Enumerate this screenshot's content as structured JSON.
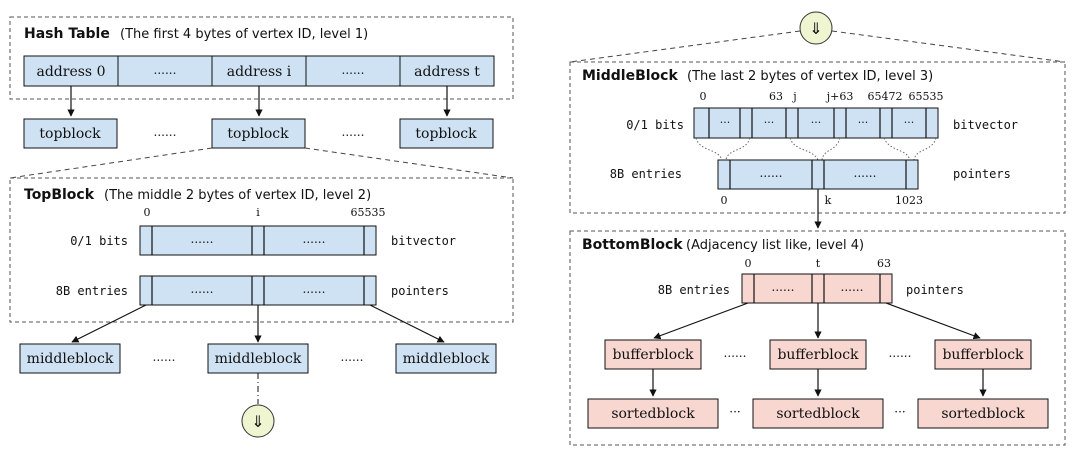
{
  "colors": {
    "blue_fill": "#cfe2f3",
    "pink_fill": "#f8d7d1",
    "continue_fill": "#eef5d0"
  },
  "continue_icon": "⇓",
  "ellipsis": "......",
  "ellipsis_short": "···",
  "hash_table": {
    "title": "Hash Table",
    "subtitle": "(The first 4 bytes of vertex ID, level 1)",
    "cells": [
      "address 0",
      "......",
      "address i",
      "......",
      "address t"
    ]
  },
  "topblock_row": [
    "topblock",
    "topblock",
    "topblock"
  ],
  "top_block": {
    "title": "TopBlock",
    "subtitle": "(The middle 2 bytes of vertex ID, level 2)",
    "bit_labels": [
      "0",
      "i",
      "65535"
    ],
    "bits_label": "0/1 bits",
    "entries_label": "8B entries",
    "bitvector_label": "bitvector",
    "pointers_label": "pointers"
  },
  "middleblock_row": [
    "middleblock",
    "middleblock",
    "middleblock"
  ],
  "middle_block": {
    "title": "MiddleBlock",
    "subtitle": "(The last 2 bytes of vertex ID, level 3)",
    "bit_labels": [
      "0",
      "63",
      "j",
      "j+63",
      "65472",
      "65535"
    ],
    "bits_label": "0/1 bits",
    "entries_label": "8B entries",
    "bitvector_label": "bitvector",
    "pointers_label": "pointers",
    "pointer_labels": [
      "0",
      "k",
      "1023"
    ]
  },
  "bottom_block": {
    "title": "BottomBlock",
    "subtitle": "(Adjacency list like, level 4)",
    "entry_labels": [
      "0",
      "t",
      "63"
    ],
    "entries_label": "8B entries",
    "pointers_label": "pointers",
    "bufferblocks": [
      "bufferblock",
      "bufferblock",
      "bufferblock"
    ],
    "sortedblocks": [
      "sortedblock",
      "sortedblock",
      "sortedblock"
    ]
  }
}
